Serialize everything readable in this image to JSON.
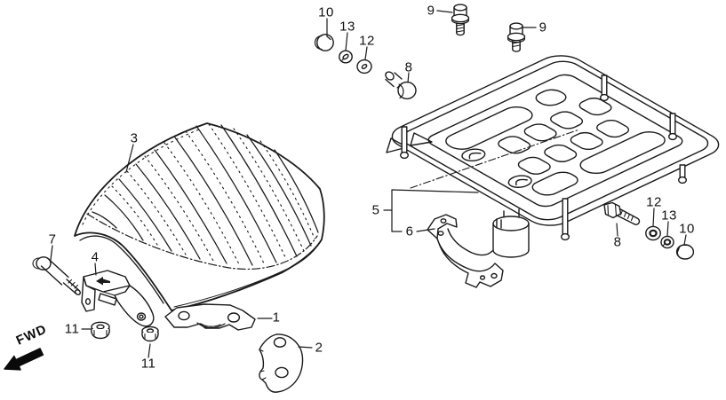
{
  "diagram": {
    "fwd_label": "FWD",
    "colors": {
      "background": "#ffffff",
      "line_art": "#1a1a1a"
    },
    "callouts": [
      {
        "label": "10",
        "glyph": "cap-nut"
      },
      {
        "label": "13",
        "glyph": "spring-washer"
      },
      {
        "label": "12",
        "glyph": "flat-washer"
      },
      {
        "label": "9",
        "glyph": "flange-bolt"
      },
      {
        "label": "9",
        "glyph": "flange-bolt"
      },
      {
        "label": "8",
        "glyph": "hex-bolt"
      },
      {
        "label": "3",
        "glyph": "seat"
      },
      {
        "label": "5",
        "glyph": "luggage-carrier"
      },
      {
        "label": "6",
        "glyph": "carrier-bracket"
      },
      {
        "label": "8",
        "glyph": "hex-bolt"
      },
      {
        "label": "12",
        "glyph": "flat-washer"
      },
      {
        "label": "13",
        "glyph": "spring-washer"
      },
      {
        "label": "10",
        "glyph": "cap-nut"
      },
      {
        "label": "7",
        "glyph": "hinge-bolt"
      },
      {
        "label": "4",
        "glyph": "hinge-bracket"
      },
      {
        "label": "11",
        "glyph": "flange-nut"
      },
      {
        "label": "11",
        "glyph": "flange-nut"
      },
      {
        "label": "1",
        "glyph": "seat-hinge-plate"
      },
      {
        "label": "2",
        "glyph": "seat-catch-plate"
      }
    ]
  }
}
